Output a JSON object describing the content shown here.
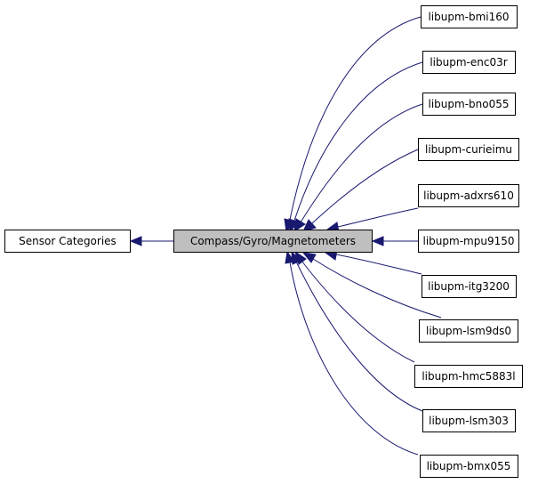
{
  "diagram": {
    "parent": {
      "label": "Sensor Categories"
    },
    "current": {
      "label": "Compass/Gyro/Magnetometers"
    },
    "children": [
      {
        "label": "libupm-bmi160"
      },
      {
        "label": "libupm-enc03r"
      },
      {
        "label": "libupm-bno055"
      },
      {
        "label": "libupm-curieimu"
      },
      {
        "label": "libupm-adxrs610"
      },
      {
        "label": "libupm-mpu9150"
      },
      {
        "label": "libupm-itg3200"
      },
      {
        "label": "libupm-lsm9ds0"
      },
      {
        "label": "libupm-hmc5883l"
      },
      {
        "label": "libupm-lsm303"
      },
      {
        "label": "libupm-bmx055"
      }
    ],
    "colors": {
      "edge": "#191970",
      "current_fill": "#bfbfbf",
      "node_fill": "#ffffff"
    }
  }
}
